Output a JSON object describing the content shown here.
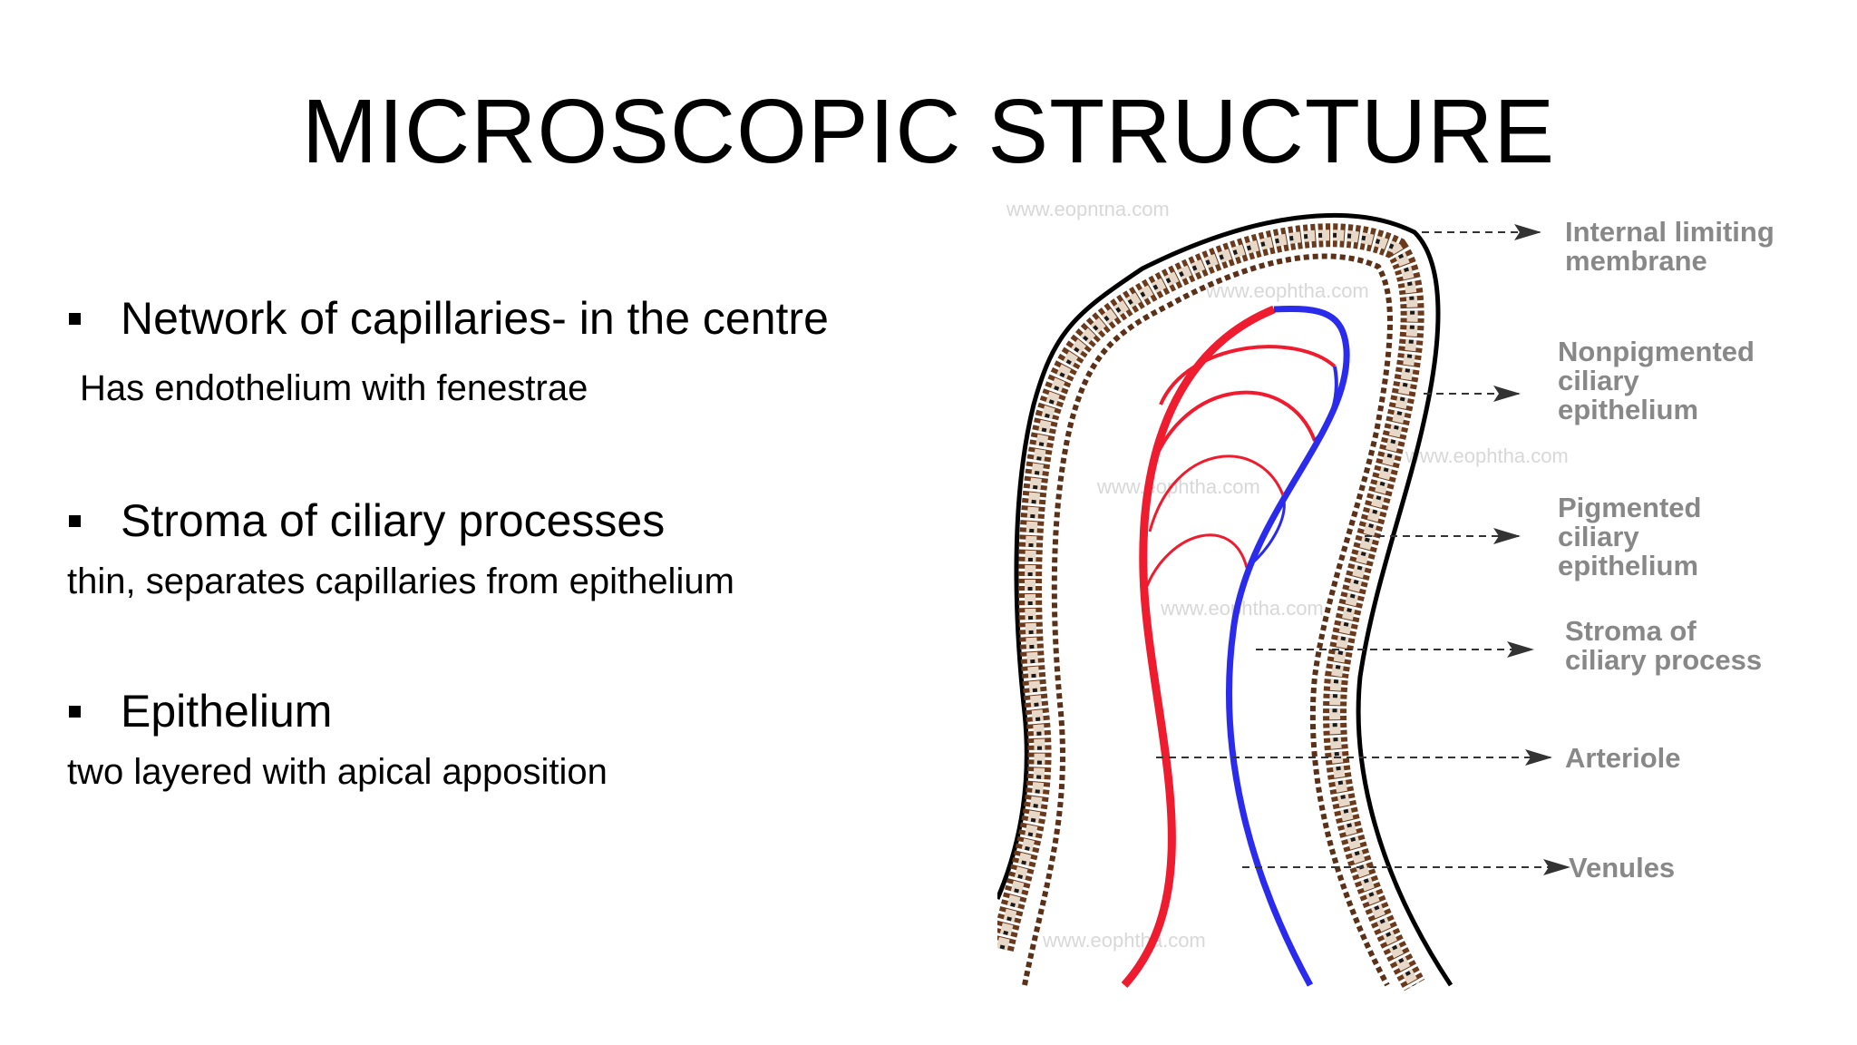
{
  "title": "MICROSCOPIC STRUCTURE",
  "bullets": [
    {
      "heading": "Network of capillaries- in the centre",
      "detail": "Has endothelium with fenestrae"
    },
    {
      "heading": "Stroma of ciliary processes",
      "detail": "thin, separates capillaries from epithelium"
    },
    {
      "heading": "Epithelium",
      "detail": "two layered with apical apposition"
    }
  ],
  "diagram": {
    "labels": {
      "ilm": [
        "Internal limiting",
        "membrane"
      ],
      "npe": [
        "Nonpigmented",
        "ciliary",
        "epithelium"
      ],
      "pe": [
        "Pigmented",
        "ciliary",
        "epithelium"
      ],
      "stroma": [
        "Stroma of",
        "ciliary process"
      ],
      "arteriole": "Arteriole",
      "venules": "Venules"
    },
    "watermark": "www.eophtha.com",
    "colors": {
      "arteriole": "#ee1c2e",
      "venule": "#2b2bee",
      "pigment": "#6b3a1c",
      "cell": "#e8d8c8"
    }
  }
}
